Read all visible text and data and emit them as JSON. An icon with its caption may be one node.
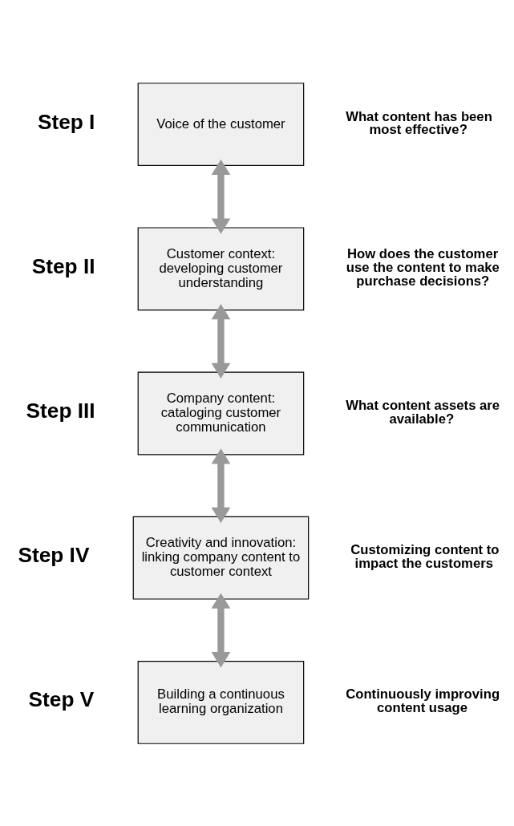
{
  "diagram": {
    "nodes": [
      {
        "text": [
          "Voice of the customer"
        ],
        "beside": [
          "Step I",
          "What content has been most effective?"
        ]
      },
      {
        "text": [
          "Customer context: developing customer understanding"
        ],
        "beside": [
          "Step II",
          "How does the customer use the content to make purchase decisions?"
        ]
      },
      {
        "text": [
          "Company content: cataloging customer communication"
        ],
        "beside": [
          "Step III",
          "What content assets are available?"
        ]
      },
      {
        "text": [
          "Creativity and innovation: linking company content to customer context"
        ],
        "beside": [
          "Step IV",
          "Customizing content to impact the customers"
        ]
      },
      {
        "text": [
          "Building a continuous learning organization"
        ],
        "beside": [
          "Step V",
          "Continuously improving content usage"
        ]
      }
    ],
    "edges": [
      {
        "from": 0,
        "to": 1,
        "arrow": "both"
      },
      {
        "from": 1,
        "to": 2,
        "arrow": "both"
      },
      {
        "from": 2,
        "to": 3,
        "arrow": "both"
      },
      {
        "from": 3,
        "to": 4,
        "arrow": "both"
      }
    ]
  }
}
